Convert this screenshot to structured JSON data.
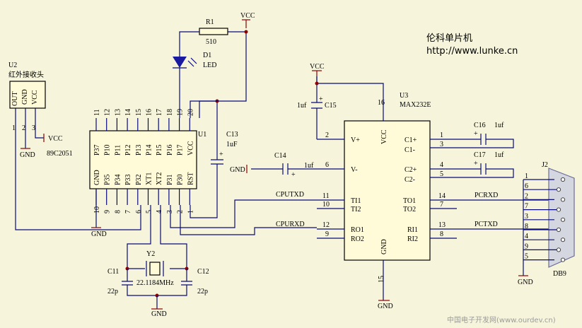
{
  "header": {
    "title": "伦科单片机",
    "url": "http://www.lunke.cn"
  },
  "footer": {
    "watermark": "中国电子开发网(www.ourdev.cn)"
  },
  "parts": {
    "u2": {
      "ref": "U2",
      "name": "红外接收头",
      "pins": [
        "OUT",
        "GND",
        "VCC"
      ],
      "pin_numbers": [
        "1",
        "2",
        "3"
      ]
    },
    "u1": {
      "ref": "U1",
      "name": "89C2051",
      "top_pins": [
        "P37",
        "P10",
        "P11",
        "P12",
        "P13",
        "P14",
        "P15",
        "P16",
        "P17",
        "VCC"
      ],
      "top_numbers": [
        "11",
        "12",
        "13",
        "14",
        "15",
        "16",
        "17",
        "18",
        "19",
        "20"
      ],
      "bottom_pins": [
        "GND",
        "P35",
        "P34",
        "P33",
        "P32",
        "XT1",
        "XT2",
        "P31",
        "P30",
        "RST"
      ],
      "bottom_numbers": [
        "10",
        "9",
        "8",
        "7",
        "6",
        "5",
        "4",
        "3",
        "2",
        "1"
      ]
    },
    "u3": {
      "ref": "U3",
      "name": "MAX232E"
    },
    "r1": {
      "ref": "R1",
      "value": "510"
    },
    "d1": {
      "ref": "D1",
      "value": "LED"
    },
    "c13": {
      "ref": "C13",
      "value": "1uF"
    },
    "c14": {
      "ref": "C14",
      "value": "1uf"
    },
    "c15": {
      "ref": "C15",
      "value": "1uf"
    },
    "c16": {
      "ref": "C16",
      "value": "1uf"
    },
    "c17": {
      "ref": "C17",
      "value": "1uf"
    },
    "c11": {
      "ref": "C11",
      "value": "22p"
    },
    "c12": {
      "ref": "C12",
      "value": "22p"
    },
    "y2": {
      "ref": "Y2",
      "value": "22.1184MHz"
    },
    "j2": {
      "ref": "J2",
      "name": "DB9",
      "pins": [
        "1",
        "6",
        "2",
        "7",
        "3",
        "8",
        "4",
        "9",
        "5"
      ]
    }
  },
  "u3_pins": {
    "vplus": "V+",
    "vminus": "V-",
    "vcc": "VCC",
    "gnd": "GND",
    "c1p": "C1+",
    "c1m": "C1-",
    "c2p": "C2+",
    "c2m": "C2-",
    "ti1": "TI1",
    "ti2": "TI2",
    "ro1": "RO1",
    "ro2": "RO2",
    "to1": "TO1",
    "to2": "TO2",
    "ri1": "RI1",
    "ri2": "RI2",
    "n2": "2",
    "n6": "6",
    "n16": "16",
    "n15": "15",
    "n1": "1",
    "n3": "3",
    "n4": "4",
    "n5": "5",
    "n11": "11",
    "n10": "10",
    "n12": "12",
    "n9": "9",
    "n14": "14",
    "n7": "7",
    "n13": "13",
    "n8": "8"
  },
  "nets": {
    "vcc": "VCC",
    "gnd": "GND",
    "cputxd": "CPUTXD",
    "cpurxd": "CPURXD",
    "pcrxd": "PCRXD",
    "pctxd": "PCTXD"
  }
}
